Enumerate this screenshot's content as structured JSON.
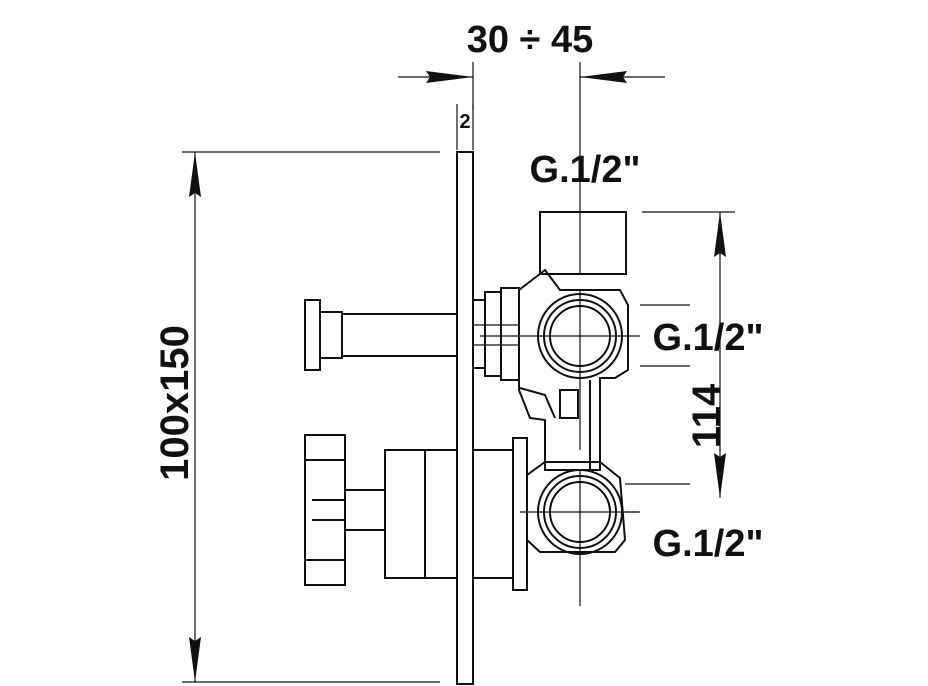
{
  "dimensions": {
    "depth_range": "30 ÷ 45",
    "plate_thickness": "2",
    "plate_size": "100x150",
    "center_distance": "114",
    "thread_top": "G.1/2\"",
    "thread_middle": "G.1/2\"",
    "thread_bottom": "G.1/2\""
  },
  "colors": {
    "line": "#111111",
    "background": "#ffffff"
  }
}
